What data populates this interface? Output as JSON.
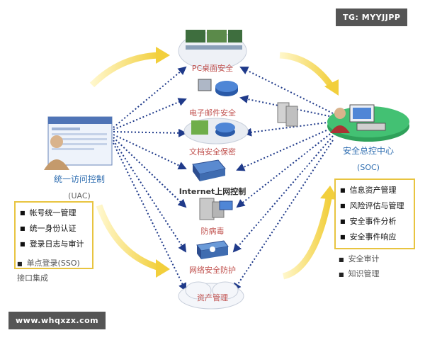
{
  "watermarks": {
    "top_right": "TG: MYYJJPP",
    "bottom_left": "www.whqxzx.com"
  },
  "left_node": {
    "label": "统一访问控制",
    "sub": "(UAC)"
  },
  "left_list": [
    "帐号统一管理",
    "统一身份认证",
    "登录日志与审计",
    "单点登录(SSO)",
    "接口集成"
  ],
  "center_nodes": [
    "PC桌面安全",
    "电子邮件安全",
    "文档安全保密",
    "Internet上网控制",
    "防病毒",
    "网络安全防护",
    "资产管理"
  ],
  "right_node": {
    "label": "安全总控中心",
    "sub": "(SOC)"
  },
  "right_list": [
    "信息资产管理",
    "风险评估与管理",
    "安全事件分析",
    "安全事件响应"
  ],
  "right_extra": [
    "安全审计",
    "知识管理"
  ],
  "colors": {
    "connector": "#1f3a8a",
    "arrow": "#f3d24a",
    "box_border": "#e8c440",
    "center_label": "#c0504d",
    "side_label": "#2e6db0"
  }
}
